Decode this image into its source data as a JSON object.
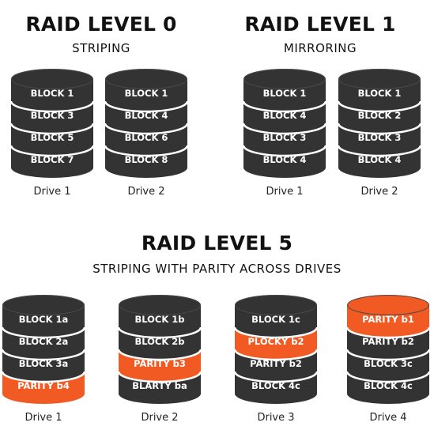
{
  "colors": {
    "block": "#333333",
    "parity": "#f15a22",
    "text_light": "#ffffff",
    "gap": "#ffffff"
  },
  "raid0": {
    "title": "RAID LEVEL 0",
    "subtitle": "STRIPING",
    "drives": [
      {
        "label": "Drive 1",
        "blocks": [
          {
            "text": "BLOCK 1",
            "parity": false
          },
          {
            "text": "BLOCK 3",
            "parity": false
          },
          {
            "text": "BLOCK 5",
            "parity": false
          },
          {
            "text": "BLOCK 7",
            "parity": false
          }
        ]
      },
      {
        "label": "Drive 2",
        "blocks": [
          {
            "text": "BLOCK 1",
            "parity": false
          },
          {
            "text": "BLOCK 4",
            "parity": false
          },
          {
            "text": "BLOCK 6",
            "parity": false
          },
          {
            "text": "BLOCK 8",
            "parity": false
          }
        ]
      }
    ]
  },
  "raid1": {
    "title": "RAID LEVEL 1",
    "subtitle": "MIRRORING",
    "drives": [
      {
        "label": "Drive 1",
        "blocks": [
          {
            "text": "BLOCK 1",
            "parity": false
          },
          {
            "text": "BLOCK 4",
            "parity": false
          },
          {
            "text": "BLOCK 3",
            "parity": false
          },
          {
            "text": "BLOCK 4",
            "parity": false
          }
        ]
      },
      {
        "label": "Drive 2",
        "blocks": [
          {
            "text": "BLOCK 1",
            "parity": false
          },
          {
            "text": "BLOCK 2",
            "parity": false
          },
          {
            "text": "BLOCK 3",
            "parity": false
          },
          {
            "text": "BLOCK 4",
            "parity": false
          }
        ]
      }
    ]
  },
  "raid5": {
    "title": "RAID LEVEL 5",
    "subtitle": "STRIPING WITH PARITY ACROSS DRIVES",
    "drives": [
      {
        "label": "Drive 1",
        "blocks": [
          {
            "text": "BLOCK 1a",
            "parity": false
          },
          {
            "text": "BLOCK 2a",
            "parity": false
          },
          {
            "text": "BLOCK 3a",
            "parity": false
          },
          {
            "text": "PARITY b4",
            "parity": true
          }
        ]
      },
      {
        "label": "Drive 2",
        "blocks": [
          {
            "text": "BLOCK 1b",
            "parity": false
          },
          {
            "text": "BLOCK 2b",
            "parity": false
          },
          {
            "text": "PARITY b3",
            "parity": true
          },
          {
            "text": "BLARTY ba",
            "parity": false
          }
        ]
      },
      {
        "label": "Drive 3",
        "blocks": [
          {
            "text": "BLOCK 1c",
            "parity": false
          },
          {
            "text": "PLOCKY b2",
            "parity": true
          },
          {
            "text": "PARITY b2",
            "parity": false
          },
          {
            "text": "BLOCK 4c",
            "parity": false
          }
        ]
      },
      {
        "label": "Drive 4",
        "blocks": [
          {
            "text": "PARITY b1",
            "parity": true
          },
          {
            "text": "PARITY b2",
            "parity": false
          },
          {
            "text": "BLOCK 3c",
            "parity": false
          },
          {
            "text": "BLOCK 4c",
            "parity": false
          }
        ]
      }
    ]
  }
}
